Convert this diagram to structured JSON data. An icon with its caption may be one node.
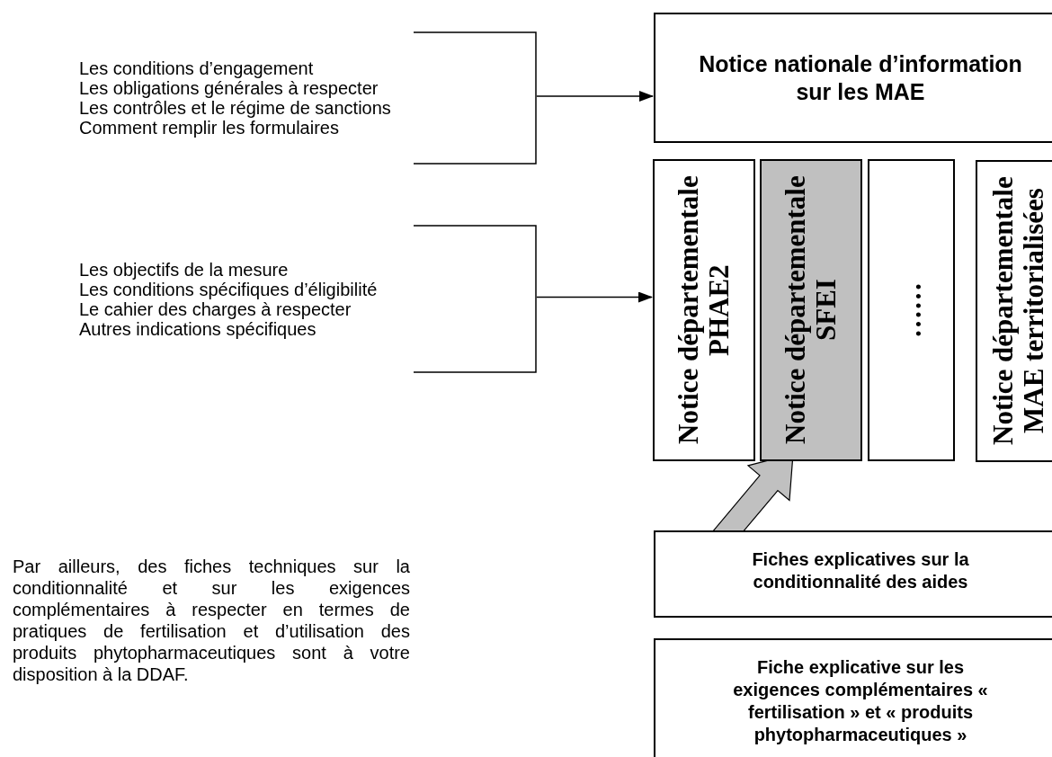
{
  "diagram": {
    "nodes": [
      {
        "text": [
          "Les conditions d’engagement",
          "Les obligations générales à respecter",
          "Les contrôles et le régime de sanctions",
          "Comment remplir les formulaires"
        ]
      },
      {
        "text": [
          "Notice nationale d’information sur les MAE"
        ]
      },
      {
        "text": [
          "Les objectifs de la mesure",
          "Les conditions spécifiques d’éligibilité",
          "Le cahier des charges à respecter",
          "Autres indications spécifiques"
        ]
      },
      {
        "text": [
          "Notice départementale PHAE2"
        ]
      },
      {
        "text": [
          "Notice départementale SFEI"
        ]
      },
      {
        "text": [
          "……"
        ]
      },
      {
        "text": [
          "Notice départementale MAE territorialisées"
        ]
      },
      {
        "text": [
          "Fiches explicatives sur la conditionnalité des aides"
        ]
      },
      {
        "text": [
          "Fiche explicative sur les exigences complémentaires « fertilisation » et « produits phytopharmaceutiques »"
        ]
      }
    ],
    "edges": [
      {
        "from": 0,
        "to": 1,
        "arrow": "to"
      },
      {
        "from": 2,
        "to": 3,
        "arrow": "to"
      },
      {
        "from": null,
        "to": 4,
        "arrow": "to"
      }
    ],
    "labels": [
      "Par ailleurs, des fiches techniques sur la conditionnalité et sur les exigences complémentaires à respecter en termes de pratiques de fertilisation et d’utilisation des produits phytopharmaceutiques sont à votre disposition à la DDAF."
    ]
  }
}
